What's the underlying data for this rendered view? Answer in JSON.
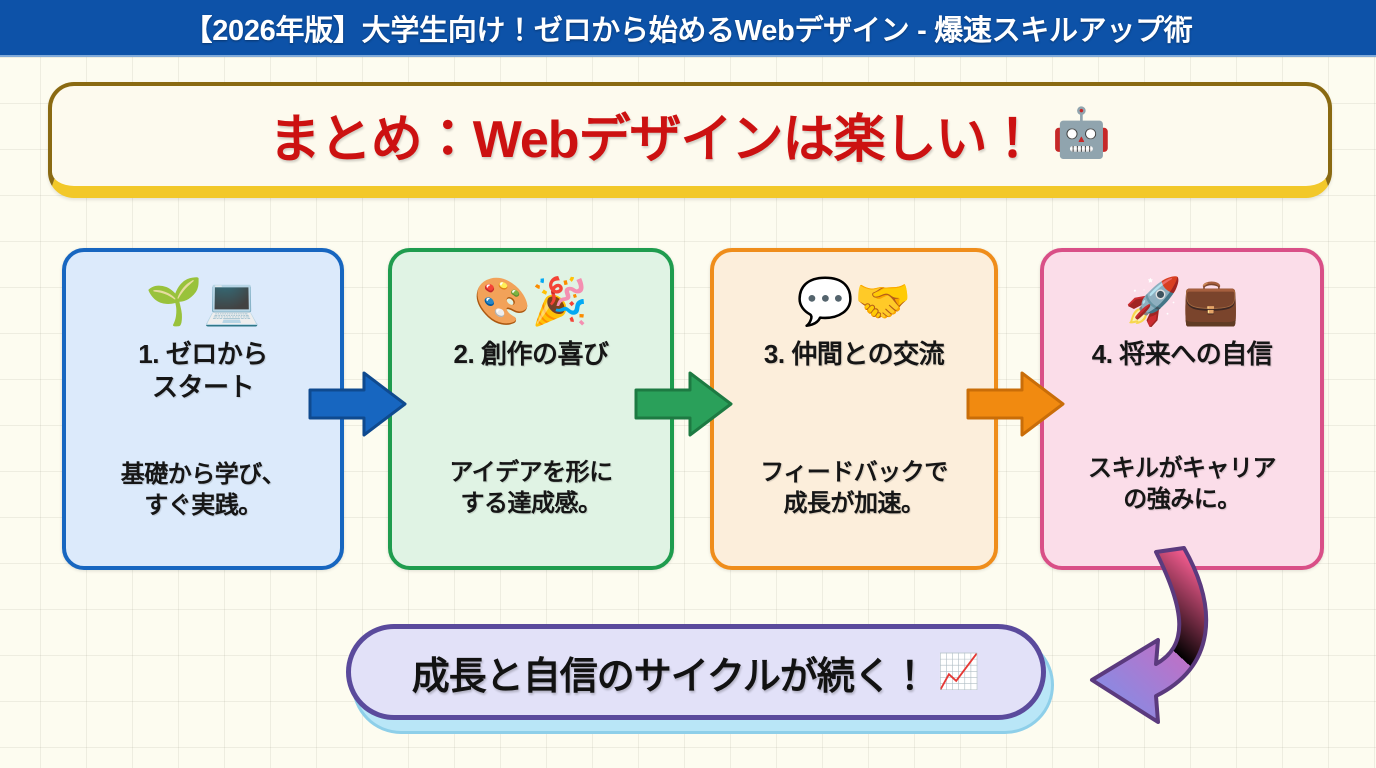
{
  "header": {
    "title": "【2026年版】大学生向け！ゼロから始めるWebデザイン - 爆速スキルアップ術",
    "background_color": "#0d52a8",
    "text_color": "#ffffff"
  },
  "title_banner": {
    "text": "まとめ：Webデザインは楽しい！",
    "emoji": "🤖",
    "emoji_name": "robot-emoji",
    "text_color": "#cc1111",
    "background_color": "#fdfaee",
    "border_color": "#8a6a12",
    "accent_color": "#f2c829"
  },
  "cards": [
    {
      "id": "card-1",
      "emojis": "🌱💻",
      "emoji_names": "seedling-emoji laptop-emoji",
      "heading": "1. ゼロから\nスタート",
      "body": "基礎から学び、\nすぐ実践。",
      "background_color": "#dceafb",
      "border_color": "#1766c0"
    },
    {
      "id": "card-2",
      "emojis": "🎨🎉",
      "emoji_names": "palette-emoji party-popper-emoji",
      "heading": "2. 創作の喜び",
      "body": "アイデアを形に\nする達成感。",
      "background_color": "#e0f3e4",
      "border_color": "#1f9c4e"
    },
    {
      "id": "card-3",
      "emojis": "💬🤝",
      "emoji_names": "speech-balloon-emoji handshake-emoji",
      "heading": "3. 仲間との交流",
      "body": "フィードバックで\n成長が加速。",
      "background_color": "#fceedb",
      "border_color": "#ef8d1b"
    },
    {
      "id": "card-4",
      "emojis": "🚀💼",
      "emoji_names": "rocket-emoji briefcase-emoji",
      "heading": "4. 将来への自信",
      "body": "スキルがキャリア\nの強みに。",
      "background_color": "#fbdde9",
      "border_color": "#d94f87"
    }
  ],
  "connectors": [
    {
      "id": "connector-1",
      "color": "#1766c0",
      "direction": "right"
    },
    {
      "id": "connector-2",
      "color": "#2aa05a",
      "direction": "right"
    },
    {
      "id": "connector-3",
      "color": "#ef8d1b",
      "direction": "right"
    }
  ],
  "bottom_banner": {
    "text": "成長と自信のサイクルが続く！",
    "emoji": "📈",
    "emoji_name": "chart-increasing-emoji",
    "background_color": "#e2e1f8",
    "border_color": "#5a4a9c",
    "glow_color": "#b9e6f7"
  },
  "loop_arrow": {
    "start_color": "#ec5f8f",
    "end_color": "#7f8fe8",
    "outline_color": "#5b3a7e",
    "direction": "left"
  },
  "background": {
    "color": "#fdfcf0",
    "grid": "on"
  }
}
